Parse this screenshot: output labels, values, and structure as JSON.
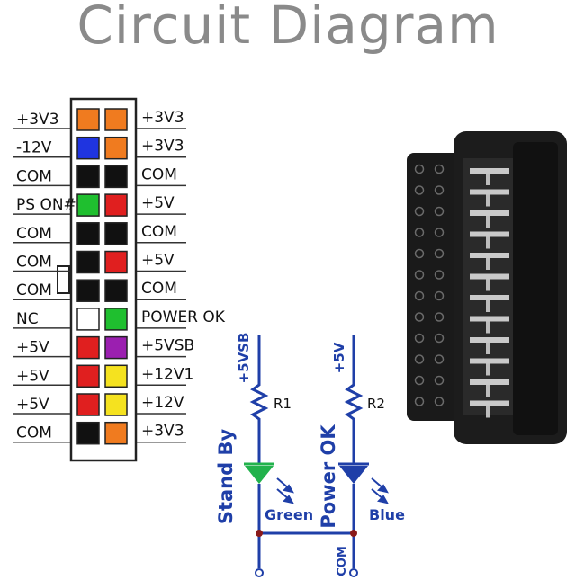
{
  "title": "Circuit Diagram",
  "pinout": {
    "left_labels": [
      "+3V3",
      "-12V",
      "COM",
      "PS ON#",
      "COM",
      "COM",
      "COM",
      "NC",
      "+5V",
      "+5V",
      "+5V",
      "COM"
    ],
    "right_labels": [
      "+3V3",
      "+3V3",
      "COM",
      "+5V",
      "COM",
      "+5V",
      "COM",
      "POWER OK",
      "+5VSB",
      "+12V1",
      "+12V",
      "+3V3"
    ],
    "left_colors": [
      "#f07b1f",
      "#1f34e0",
      "#111111",
      "#1fbf2f",
      "#111111",
      "#111111",
      "#111111",
      "#ffffff",
      "#e01f1f",
      "#e01f1f",
      "#e01f1f",
      "#111111"
    ],
    "right_colors": [
      "#f07b1f",
      "#f07b1f",
      "#111111",
      "#e01f1f",
      "#111111",
      "#e01f1f",
      "#111111",
      "#1fbf2f",
      "#9b1fb0",
      "#f5e21f",
      "#f5e21f",
      "#f07b1f"
    ]
  },
  "circuit": {
    "left_rail": "+5VSB",
    "right_rail": "+5V",
    "r1": "R1",
    "r2": "R2",
    "left_caption": "Stand By",
    "right_caption": "Power OK",
    "led1_color_label": "Green",
    "led2_color_label": "Blue",
    "ground": "COM",
    "wire_color": "#1f3fa8",
    "led1_color": "#22b24c",
    "led2_color": "#1f3fa8",
    "node_color": "#8a1a1a"
  }
}
